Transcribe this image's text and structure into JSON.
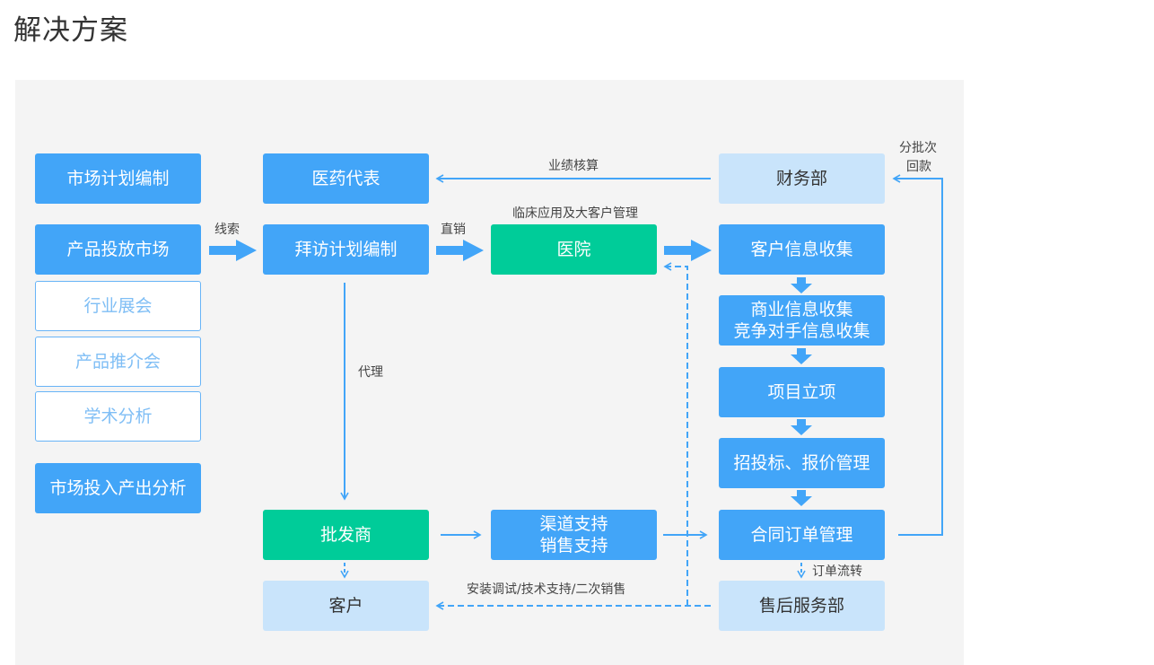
{
  "title": "解决方案",
  "colors": {
    "accent": "#42a5f8",
    "green": "#00cc99",
    "light": "#c9e4fb",
    "panel": "#f4f4f4"
  },
  "nodes": {
    "market_plan": "市场计划编制",
    "product_market": "产品投放市场",
    "trade_show": "行业展会",
    "product_promo": "产品推介会",
    "academic": "学术分析",
    "roi": "市场投入产出分析",
    "med_rep": "医药代表",
    "visit_plan": "拜访计划编制",
    "hospital": "医院",
    "wholesaler": "批发商",
    "channel_support": "渠道支持",
    "sales_support": "销售支持",
    "customer": "客户",
    "finance": "财务部",
    "cust_info": "客户信息收集",
    "biz_info": "商业信息收集",
    "comp_info": "竞争对手信息收集",
    "project": "项目立项",
    "bidding": "招投标、报价管理",
    "contract": "合同订单管理",
    "after_sales": "售后服务部"
  },
  "labels": {
    "leads": "线索",
    "direct": "直销",
    "clinical": "临床应用及大客户管理",
    "performance": "业绩核算",
    "agent": "代理",
    "installation": "安装调试/技术支持/二次销售",
    "order_flow": "订单流转",
    "batch_payment_1": "分批次",
    "batch_payment_2": "回款"
  }
}
